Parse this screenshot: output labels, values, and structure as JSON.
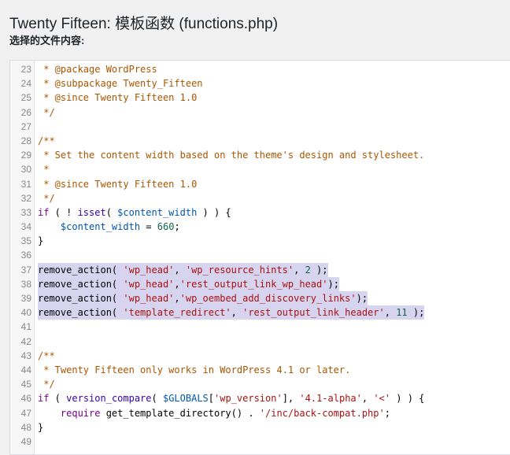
{
  "page": {
    "title": "Twenty Fifteen: 模板函数 (functions.php)",
    "section_label": "选择的文件内容:"
  },
  "editor": {
    "lines": [
      {
        "n": "23",
        "tokens": [
          {
            "t": " * @package WordPress",
            "c": "comment"
          }
        ]
      },
      {
        "n": "24",
        "tokens": [
          {
            "t": " * @subpackage Twenty_Fifteen",
            "c": "comment"
          }
        ]
      },
      {
        "n": "25",
        "tokens": [
          {
            "t": " * @since Twenty Fifteen 1.0",
            "c": "comment"
          }
        ]
      },
      {
        "n": "26",
        "tokens": [
          {
            "t": " */",
            "c": "comment"
          }
        ]
      },
      {
        "n": "27",
        "tokens": []
      },
      {
        "n": "28",
        "tokens": [
          {
            "t": "/**",
            "c": "comment"
          }
        ]
      },
      {
        "n": "29",
        "tokens": [
          {
            "t": " * Set the content width based on the theme's design and stylesheet.",
            "c": "comment"
          }
        ]
      },
      {
        "n": "30",
        "tokens": [
          {
            "t": " *",
            "c": "comment"
          }
        ]
      },
      {
        "n": "31",
        "tokens": [
          {
            "t": " * @since Twenty Fifteen 1.0",
            "c": "comment"
          }
        ]
      },
      {
        "n": "32",
        "tokens": [
          {
            "t": " */",
            "c": "comment"
          }
        ]
      },
      {
        "n": "33",
        "tokens": [
          {
            "t": "if",
            "c": "keyword"
          },
          {
            "t": " ( ! ",
            "c": "plain"
          },
          {
            "t": "isset",
            "c": "builtin"
          },
          {
            "t": "( ",
            "c": "plain"
          },
          {
            "t": "$content_width",
            "c": "variable"
          },
          {
            "t": " ) ) {",
            "c": "plain"
          }
        ]
      },
      {
        "n": "34",
        "tokens": [
          {
            "t": "    ",
            "c": "plain"
          },
          {
            "t": "$content_width",
            "c": "variable"
          },
          {
            "t": " = ",
            "c": "plain"
          },
          {
            "t": "660",
            "c": "number"
          },
          {
            "t": ";",
            "c": "plain"
          }
        ]
      },
      {
        "n": "35",
        "tokens": [
          {
            "t": "}",
            "c": "plain"
          }
        ]
      },
      {
        "n": "36",
        "tokens": []
      },
      {
        "n": "37",
        "hl": true,
        "tokens": [
          {
            "t": "remove_action( ",
            "c": "plain"
          },
          {
            "t": "'wp_head'",
            "c": "string"
          },
          {
            "t": ", ",
            "c": "plain"
          },
          {
            "t": "'wp_resource_hints'",
            "c": "string"
          },
          {
            "t": ", ",
            "c": "plain"
          },
          {
            "t": "2",
            "c": "number"
          },
          {
            "t": " );",
            "c": "plain"
          }
        ]
      },
      {
        "n": "38",
        "hl": true,
        "tokens": [
          {
            "t": "remove_action( ",
            "c": "plain"
          },
          {
            "t": "'wp_head'",
            "c": "string"
          },
          {
            "t": ",",
            "c": "plain"
          },
          {
            "t": "'rest_output_link_wp_head'",
            "c": "string"
          },
          {
            "t": ");",
            "c": "plain"
          }
        ]
      },
      {
        "n": "39",
        "hl": true,
        "tokens": [
          {
            "t": "remove_action( ",
            "c": "plain"
          },
          {
            "t": "'wp_head'",
            "c": "string"
          },
          {
            "t": ",",
            "c": "plain"
          },
          {
            "t": "'wp_oembed_add_discovery_links'",
            "c": "string"
          },
          {
            "t": ");",
            "c": "plain"
          }
        ]
      },
      {
        "n": "40",
        "hl": true,
        "tokens": [
          {
            "t": "remove_action( ",
            "c": "plain"
          },
          {
            "t": "'template_redirect'",
            "c": "string"
          },
          {
            "t": ", ",
            "c": "plain"
          },
          {
            "t": "'rest_output_link_header'",
            "c": "string"
          },
          {
            "t": ", ",
            "c": "plain"
          },
          {
            "t": "11",
            "c": "number"
          },
          {
            "t": " );",
            "c": "plain"
          }
        ]
      },
      {
        "n": "41",
        "tokens": []
      },
      {
        "n": "42",
        "tokens": []
      },
      {
        "n": "43",
        "tokens": [
          {
            "t": "/**",
            "c": "comment"
          }
        ]
      },
      {
        "n": "44",
        "tokens": [
          {
            "t": " * Twenty Fifteen only works in WordPress 4.1 or later.",
            "c": "comment"
          }
        ]
      },
      {
        "n": "45",
        "tokens": [
          {
            "t": " */",
            "c": "comment"
          }
        ]
      },
      {
        "n": "46",
        "tokens": [
          {
            "t": "if",
            "c": "keyword"
          },
          {
            "t": " ( ",
            "c": "plain"
          },
          {
            "t": "version_compare",
            "c": "builtin"
          },
          {
            "t": "( ",
            "c": "plain"
          },
          {
            "t": "$GLOBALS",
            "c": "variable"
          },
          {
            "t": "[",
            "c": "plain"
          },
          {
            "t": "'wp_version'",
            "c": "string"
          },
          {
            "t": "], ",
            "c": "plain"
          },
          {
            "t": "'4.1-alpha'",
            "c": "string"
          },
          {
            "t": ", ",
            "c": "plain"
          },
          {
            "t": "'<'",
            "c": "string"
          },
          {
            "t": " ) ) {",
            "c": "plain"
          }
        ]
      },
      {
        "n": "47",
        "tokens": [
          {
            "t": "    ",
            "c": "plain"
          },
          {
            "t": "require",
            "c": "keyword"
          },
          {
            "t": " get_template_directory() . ",
            "c": "plain"
          },
          {
            "t": "'/inc/back-compat.php'",
            "c": "string"
          },
          {
            "t": ";",
            "c": "plain"
          }
        ]
      },
      {
        "n": "48",
        "tokens": [
          {
            "t": "}",
            "c": "plain"
          }
        ]
      },
      {
        "n": "49",
        "tokens": []
      }
    ]
  }
}
